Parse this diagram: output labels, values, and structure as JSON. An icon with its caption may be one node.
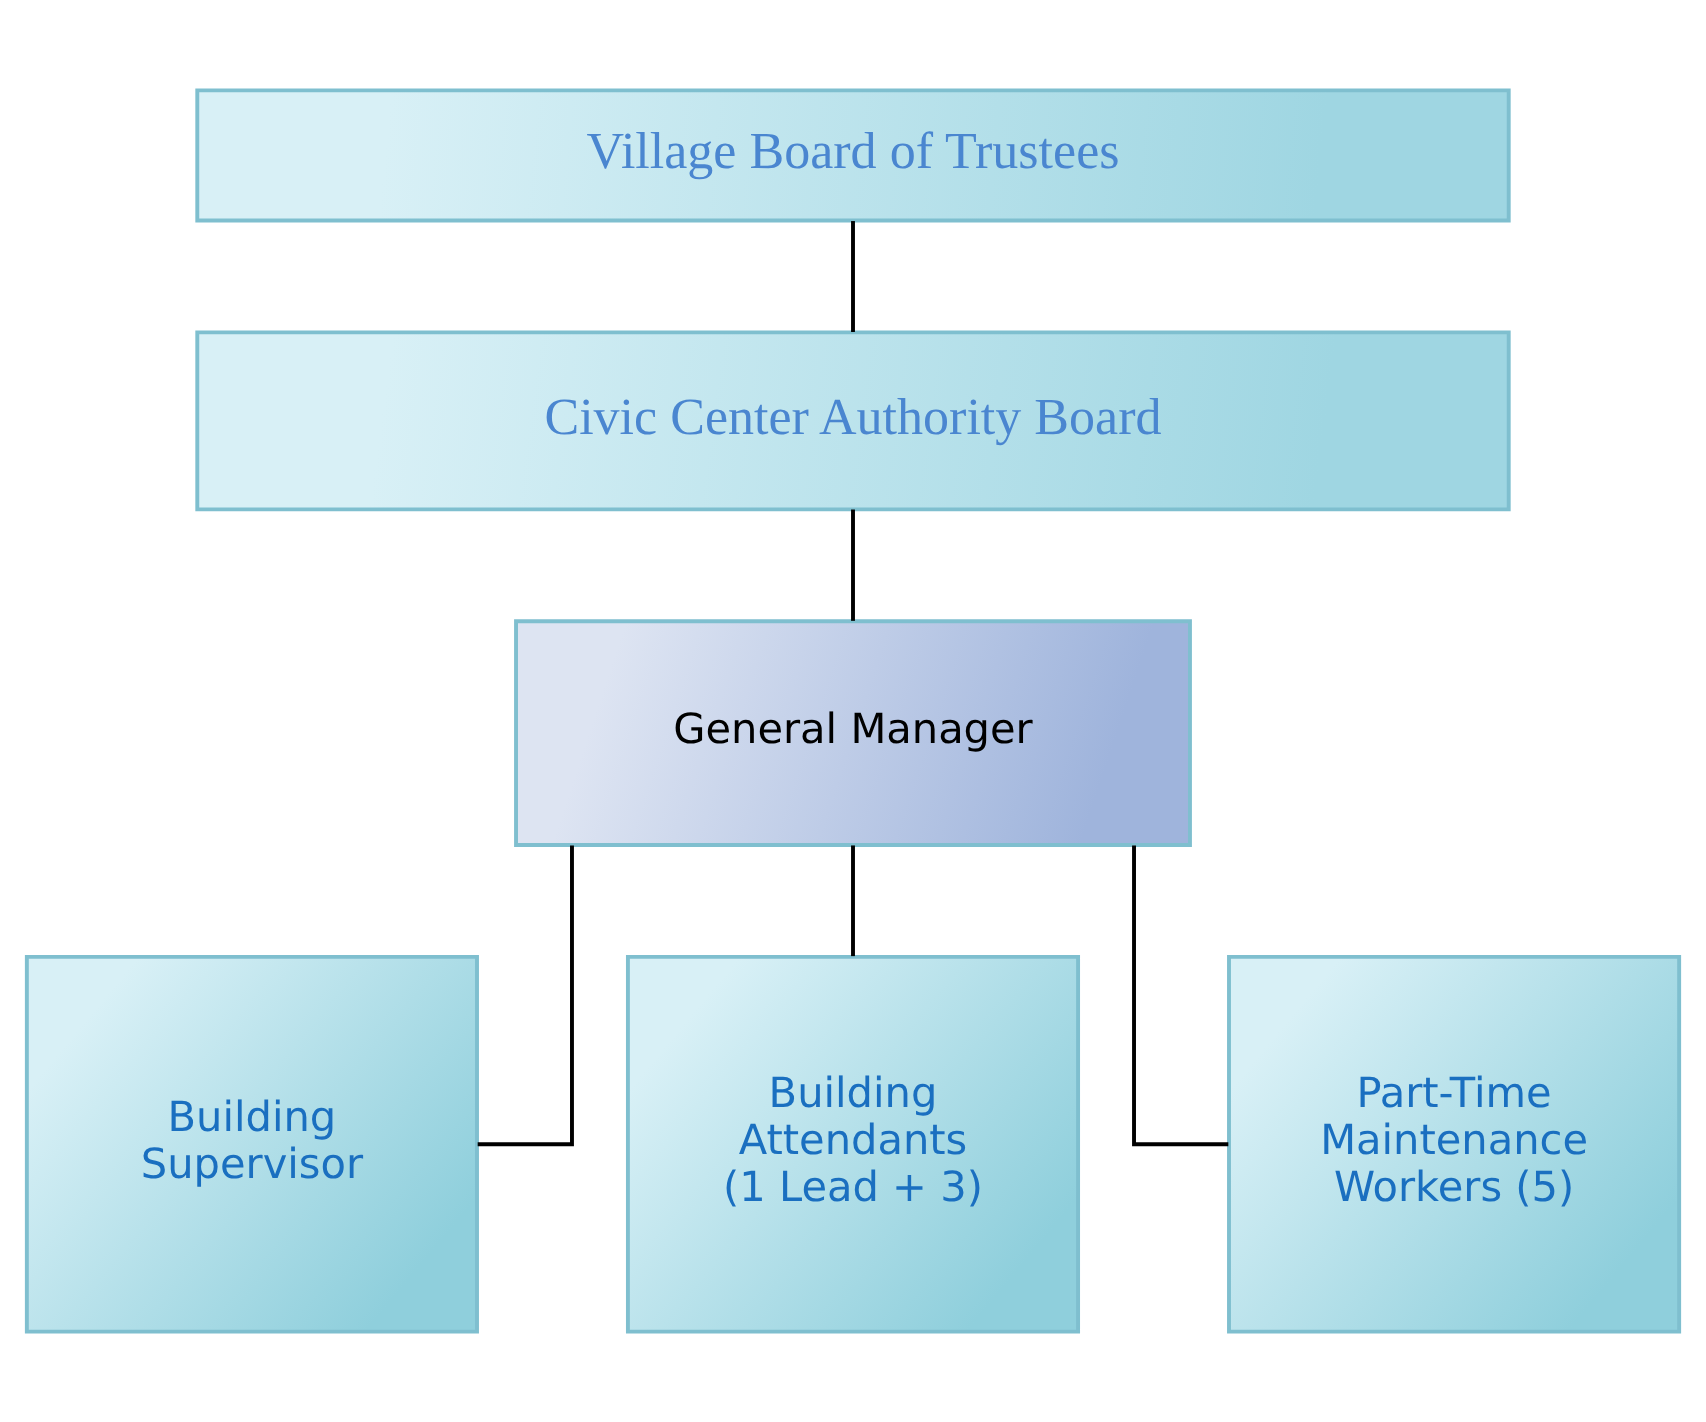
{
  "diagram": {
    "nodes": [
      {
        "text": [
          "Village Board of Trustees"
        ]
      },
      {
        "text": [
          "Civic Center Authority Board"
        ]
      },
      {
        "text": [
          "General Manager"
        ]
      },
      {
        "text": [
          "Building Supervisor"
        ]
      },
      {
        "text": [
          "Building Attendants (1 Lead + 3)"
        ]
      },
      {
        "text": [
          "Part-Time Maintenance Workers (5)"
        ]
      }
    ],
    "edges": [
      {
        "from": 0,
        "to": 1,
        "arrow": "none"
      },
      {
        "from": 1,
        "to": 2,
        "arrow": "none"
      },
      {
        "from": 2,
        "to": 3,
        "arrow": "none"
      },
      {
        "from": 2,
        "to": 4,
        "arrow": "none"
      },
      {
        "from": 2,
        "to": 5,
        "arrow": "none"
      }
    ]
  }
}
